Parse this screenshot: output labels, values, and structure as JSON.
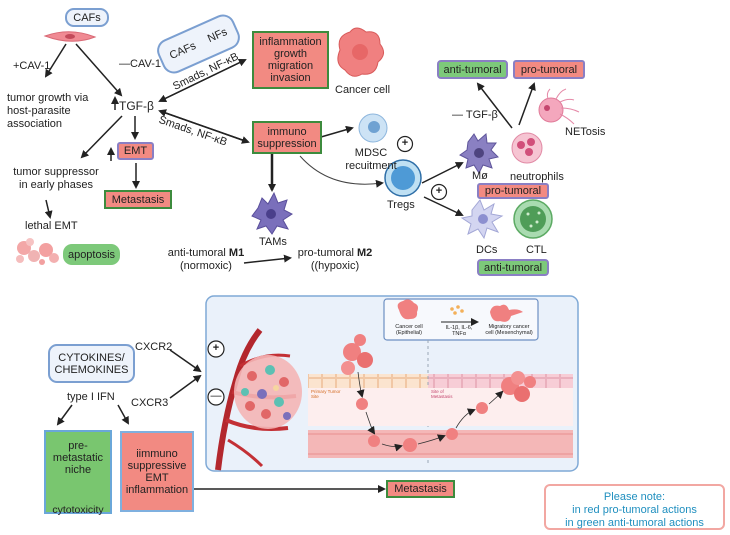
{
  "top": {
    "cafs": "CAFs",
    "plus_cav1": "+CAV-1",
    "minus_cav1": "—CAV-1",
    "tumor_growth_1": "tumor growth via",
    "tumor_growth_2": "host-parasite",
    "tumor_growth_3": "association",
    "tgf_beta": "TGF-β",
    "emt": "EMT",
    "metastasis": "Metastasis",
    "suppressor_1": "tumor suppressor",
    "suppressor_2": "in early phases",
    "lethal_emt": "lethal EMT",
    "apoptosis": "apoptosis",
    "inflammation_1": "inflammation",
    "inflammation_2": "growth",
    "inflammation_3": "migration",
    "inflammation_4": "invasion",
    "cancer_cell": "Cancer cell",
    "cafs_small": "CAFs",
    "nfs_small": "NFs",
    "smads_1": "Smads, NF-κB",
    "smads_2": "Smads, NF-κB",
    "immuno_1": "immuno",
    "immuno_2": "suppression",
    "mdsc_1": "MDSC",
    "mdsc_2": "recuitment",
    "tams": "TAMs",
    "m1_prefix": "anti-tumoral ",
    "m1_bold": "M1",
    "m1_sub": "(normoxic)",
    "m2_prefix": "pro-tumoral ",
    "m2_bold": "M2",
    "m2_sub": "((hypoxic)",
    "tregs": "Tregs",
    "plus_sign": "+",
    "anti_tumoral_top": "anti-tumoral",
    "pro_tumoral_top": "pro-tumoral",
    "minus_tgf": "— TGF-β",
    "netosis": "NETosis",
    "mo": "Mø",
    "neutrophils": "neutrophils",
    "pro_tumoral_mid": "pro-tumoral",
    "dcs": "DCs",
    "ctl": "CTL",
    "anti_tumoral_bottom": "anti-tumoral"
  },
  "bottom": {
    "cytokines_1": "CYTOKINES/",
    "cytokines_2": "CHEMOKINES",
    "cxcr2": "CXCR2",
    "cxcr3": "CXCR3",
    "plus_sign": "+",
    "minus_sign": "—",
    "type_ifn": "type I IFN",
    "pre_1": "pre-",
    "pre_2": "metastatic",
    "pre_3": "niche",
    "cytotoxicity": "cytotoxicity",
    "immuno_1": "iimmuno",
    "immuno_2": "suppressive",
    "immuno_3": "EMT",
    "immuno_4": "inflammation",
    "metastasis": "Metastasis",
    "inset_cancer_1": "Cancer cell",
    "inset_cancer_2": "(Epithelial)",
    "inset_cytokines_1": "IL-1β, IL-6,",
    "inset_cytokines_2": "TNFα",
    "inset_migratory_1": "Migratory cancer",
    "inset_migratory_2": "cell (Mesenchymal)",
    "primary_site_1": "Primary Tumor",
    "primary_site_2": "Site",
    "metastasis_site_1": "Site of",
    "metastasis_site_2": "Metastasis"
  },
  "note": {
    "line1": "Please note:",
    "line2": "in red pro-tumoral actions",
    "line3": "in green anti-tumoral actions"
  },
  "colors": {
    "red_box": "#f28a82",
    "green_box": "#7dc97a",
    "note_text": "#1f8fbf"
  }
}
